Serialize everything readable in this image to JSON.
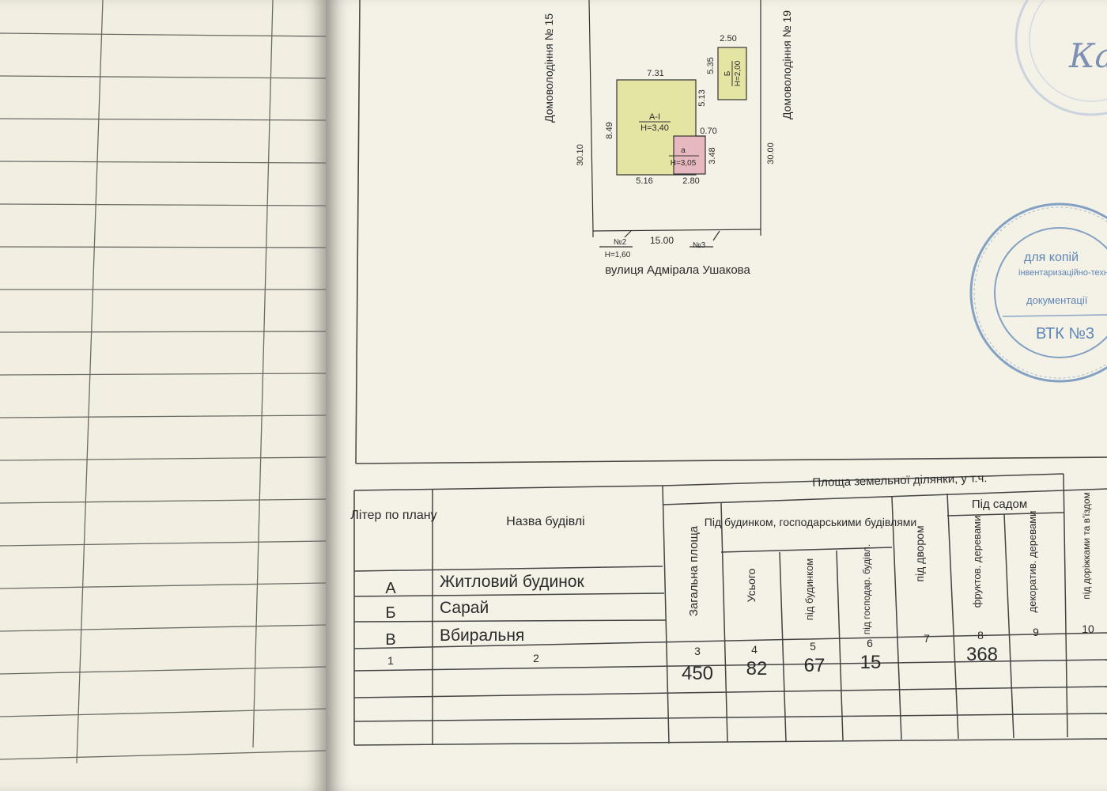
{
  "plan": {
    "neighbor_left": "Домоволодіння № 15",
    "neighbor_right": "Домоволодіння № 19",
    "street": "вулиця Адмірала Ушакова",
    "dimensions": {
      "top_house": "7.31",
      "left_house": "8.49",
      "right_upper_house": "5.13",
      "step": "0.70",
      "right_lower": "3.48",
      "bottom_house": "5.16",
      "bottom_annex": "2.80",
      "plot_left": "30.10",
      "plot_right": "30.00",
      "plot_bottom": "15.00",
      "shed_width": "2.50",
      "shed_length": "5.35"
    },
    "house": {
      "letter": "А-І",
      "height": "Н=3,40"
    },
    "annex": {
      "letter": "а",
      "height": "Н=3,05"
    },
    "shed": {
      "letter": "Б",
      "height": "Н=2,00"
    },
    "fence_left": {
      "number": "№2",
      "height": "Н=1,60"
    },
    "fence_right": {
      "number": "№3"
    }
  },
  "table": {
    "header": {
      "letter": "Літер по плану",
      "name": "Назва будівлі",
      "area_group": "Площа земельної ділянки, у т.ч.",
      "total": "Загальна площа",
      "buildings_group": "Під будинком, господарськими будівлями",
      "all": "Усього",
      "under_house": "під будинком",
      "under_outbuildings": "під господар. будівл.",
      "yard": "під двором",
      "garden_group": "Під садом",
      "fruit": "фруктов. деревами",
      "decorative": "декоратив. деревами",
      "paths": "під доріжками та в'їздом"
    },
    "rows": [
      {
        "letter": "А",
        "name": "Житловий будинок"
      },
      {
        "letter": "Б",
        "name": "Сарай"
      },
      {
        "letter": "В",
        "name": "Вбиральня"
      }
    ],
    "col_numbers": [
      "1",
      "2",
      "3",
      "4",
      "5",
      "6",
      "7",
      "8",
      "9",
      "10"
    ],
    "values": {
      "total": "450",
      "all": "82",
      "under_house": "67",
      "under_outbuildings": "15",
      "fruit": "368"
    }
  },
  "stamps": {
    "stamp_text_1": "для копій",
    "stamp_text_2": "інвентаризаційно-технічної",
    "stamp_text_3": "документації",
    "stamp_text_4": "ВТК №3",
    "handwritten": "Ка"
  },
  "colors": {
    "house_fill": "#e4e4a3",
    "annex_fill": "#e8b8c0",
    "shed_fill": "#e4e4a3",
    "stamp_blue": "#5e86b6"
  }
}
